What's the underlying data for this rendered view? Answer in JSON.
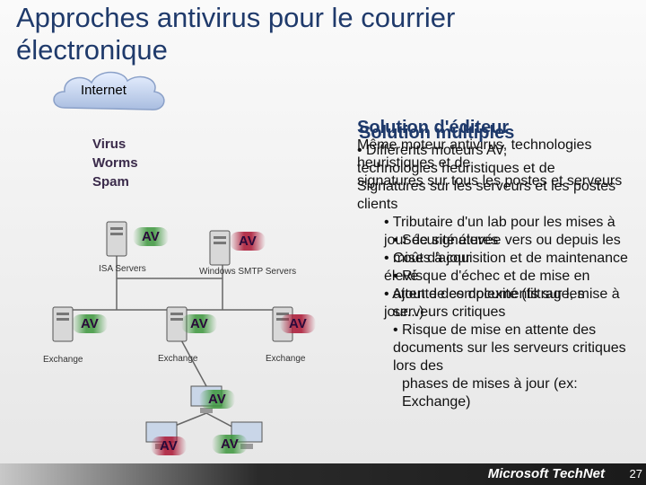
{
  "title": "Approches antivirus pour le courrier électronique",
  "diagram": {
    "cloud_label": "Internet",
    "threats": "Virus\nWorms\nSpam",
    "av_label": "AV",
    "isa_label": "ISA Servers",
    "smtp_label": "Windows SMTP Servers",
    "exchange_label": "Exchange"
  },
  "right_text": {
    "layer1": [
      "Solution d'éditeur",
      "Même moteur antivirus, technologies heuristiques et de",
      "signatures sur tous les postes et serveurs",
      "• Sécurité élevée vers ou depuis les",
      "mises à jour",
      "• Risque d'échec et de mise en attente des documents sur les",
      "serveurs critiques"
    ],
    "layer2": [
      "Solution multiples",
      "• Différents moteurs AV,",
      "technologies heuristiques et de",
      "Signatures sur les serveurs et les postes clients",
      "• Tributaire d'un lab pour les mises à jour de signatures",
      "• Coût d'acquisition et de maintenance élevé",
      "• Ajout de complexité (filtrage, mise à jour...)",
      "• Risque de mise en attente des documents sur les serveurs critiques lors des",
      "phases de mises à jour (ex: Exchange)"
    ]
  },
  "footer": {
    "brand": "Microsoft TechNet",
    "page": "27"
  },
  "colors": {
    "title": "#1f3a6b",
    "av_green": "#3c963c",
    "av_red": "#aa1432"
  }
}
